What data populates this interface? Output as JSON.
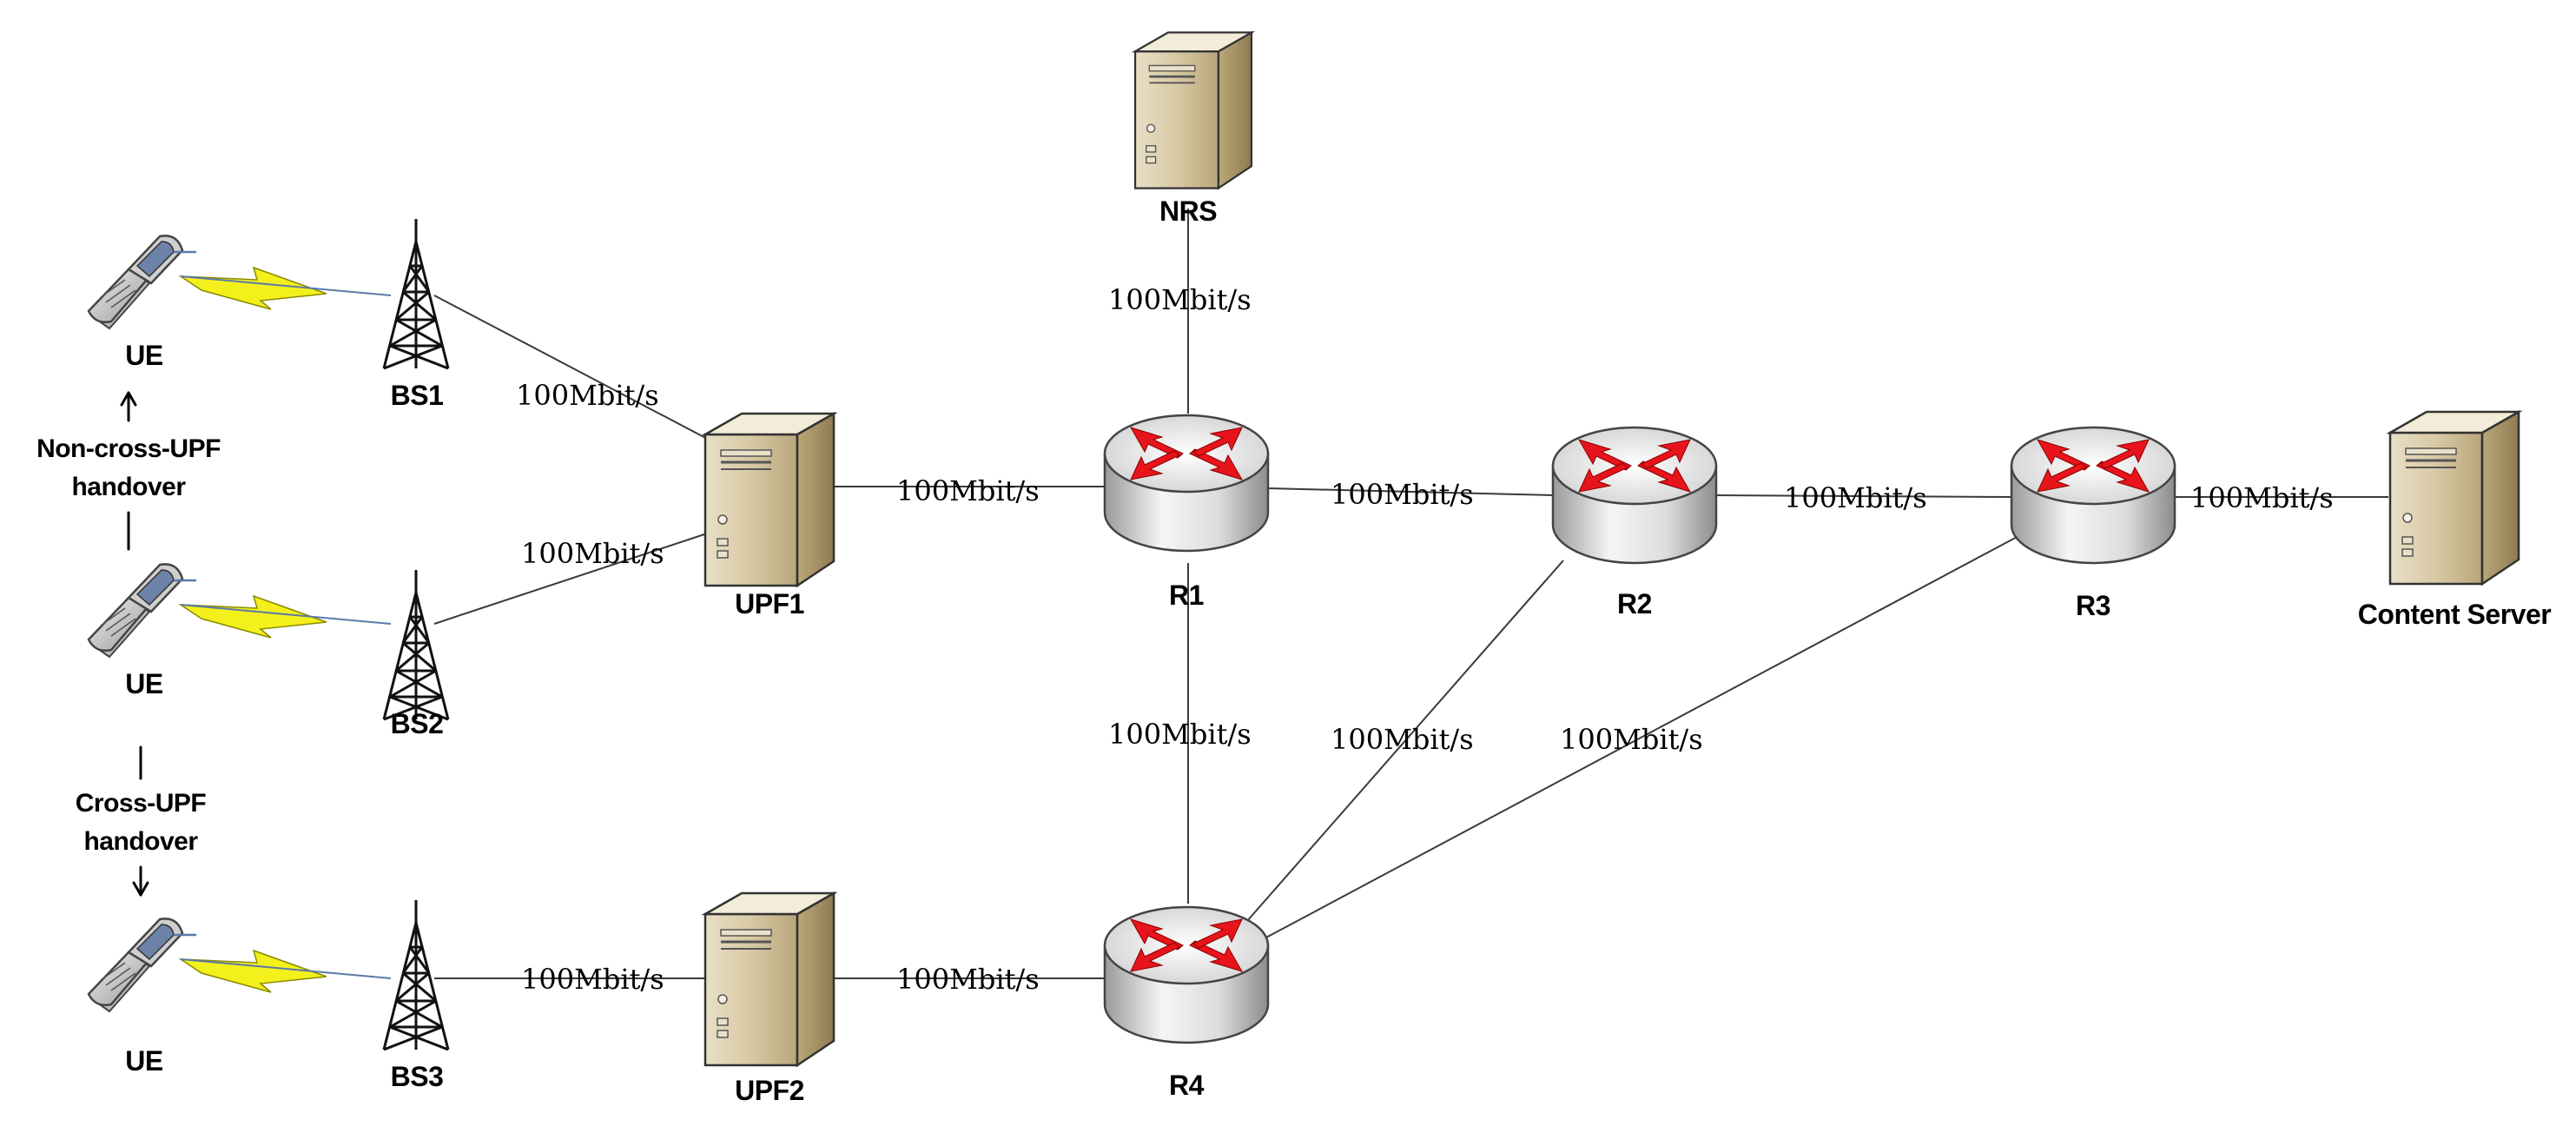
{
  "nodes": {
    "ue1": {
      "label": "UE",
      "icon": "phone-icon"
    },
    "ue2": {
      "label": "UE",
      "icon": "phone-icon"
    },
    "ue3": {
      "label": "UE",
      "icon": "phone-icon"
    },
    "bs1": {
      "label": "BS1",
      "icon": "antenna-tower-icon"
    },
    "bs2": {
      "label": "BS2",
      "icon": "antenna-tower-icon"
    },
    "bs3": {
      "label": "BS3",
      "icon": "antenna-tower-icon"
    },
    "upf1": {
      "label": "UPF1",
      "icon": "server-icon"
    },
    "upf2": {
      "label": "UPF2",
      "icon": "server-icon"
    },
    "nrs": {
      "label": "NRS",
      "icon": "server-icon"
    },
    "r1": {
      "label": "R1",
      "icon": "router-icon"
    },
    "r2": {
      "label": "R2",
      "icon": "router-icon"
    },
    "r3": {
      "label": "R3",
      "icon": "router-icon"
    },
    "r4": {
      "label": "R4",
      "icon": "router-icon"
    },
    "content": {
      "label": "Content Server",
      "icon": "server-icon"
    }
  },
  "links": {
    "bs1_upf1": "100Mbit/s",
    "bs2_upf1": "100Mbit/s",
    "bs3_upf2": "100Mbit/s",
    "upf1_r1": "100Mbit/s",
    "upf2_r4": "100Mbit/s",
    "nrs_r1": "100Mbit/s",
    "r1_r2": "100Mbit/s",
    "r2_r3": "100Mbit/s",
    "r3_content": "100Mbit/s",
    "r1_r4": "100Mbit/s",
    "r2_r4": "100Mbit/s",
    "r3_r4": "100Mbit/s"
  },
  "handover": {
    "non_cross": [
      "Non-cross-UPF",
      "handover"
    ],
    "cross": [
      "Cross-UPF",
      "handover"
    ]
  },
  "colors": {
    "link": "#3a3a3a",
    "lightning": "#f4f01c",
    "router_arrow": "#e8141b",
    "server_body": "#cdbd98"
  }
}
